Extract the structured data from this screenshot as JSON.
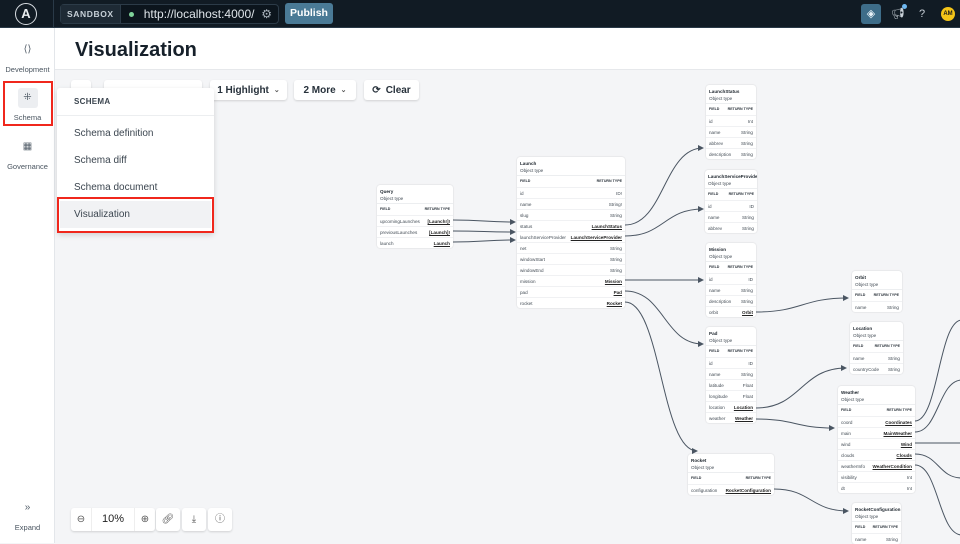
{
  "topbar": {
    "logo": "A",
    "env_label": "SANDBOX",
    "url": "http://localhost:4000/",
    "publish_label": "Publish",
    "avatar_initials": "AM",
    "accent": "#4a7a96"
  },
  "sidebar": {
    "items": [
      {
        "label": "Development",
        "icon": "code-icon"
      },
      {
        "label": "Schema",
        "icon": "graph-icon"
      },
      {
        "label": "Governance",
        "icon": "building-icon"
      }
    ],
    "expand_label": "Expand"
  },
  "header": {
    "title": "Visualization"
  },
  "toolbar": {
    "highlight_label": "1 Highlight",
    "more_label": "2 More",
    "clear_label": "Clear"
  },
  "schema_menu": {
    "heading": "SCHEMA",
    "items": [
      "Schema definition",
      "Schema diff",
      "Schema document",
      "Visualization"
    ],
    "selected": "Visualization"
  },
  "zoom_controls": {
    "zoom_level": "10%"
  },
  "graph": {
    "subtitle": "Object type",
    "field_header": "FIELD",
    "return_header": "RETURN TYPE",
    "cards": [
      {
        "name": "Query",
        "fields": [
          [
            "upcomingLaunches",
            "[Launch!]!",
            true
          ],
          [
            "previousLaunches",
            "[Launch]!",
            true
          ],
          [
            "launch",
            "Launch",
            true
          ]
        ]
      },
      {
        "name": "Launch",
        "fields": [
          [
            "id",
            "ID!",
            false
          ],
          [
            "name",
            "String!",
            false
          ],
          [
            "slug",
            "String",
            false
          ],
          [
            "status",
            "LaunchStatus",
            true
          ],
          [
            "launchServiceProvider",
            "LaunchServiceProvider",
            true
          ],
          [
            "net",
            "String",
            false
          ],
          [
            "windowStart",
            "String",
            false
          ],
          [
            "windowEnd",
            "String",
            false
          ],
          [
            "mission",
            "Mission",
            true
          ],
          [
            "pad",
            "Pad",
            true
          ],
          [
            "rocket",
            "Rocket",
            true
          ]
        ]
      },
      {
        "name": "LaunchStatus",
        "fields": [
          [
            "id",
            "Int",
            false
          ],
          [
            "name",
            "String",
            false
          ],
          [
            "abbrev",
            "String",
            false
          ],
          [
            "description",
            "String",
            false
          ]
        ]
      },
      {
        "name": "LaunchServiceProvider",
        "fields": [
          [
            "id",
            "ID",
            false
          ],
          [
            "name",
            "String",
            false
          ],
          [
            "abbrev",
            "String",
            false
          ]
        ]
      },
      {
        "name": "Mission",
        "fields": [
          [
            "id",
            "ID",
            false
          ],
          [
            "name",
            "String",
            false
          ],
          [
            "description",
            "String",
            false
          ],
          [
            "orbit",
            "Orbit",
            true
          ]
        ]
      },
      {
        "name": "Orbit",
        "fields": [
          [
            "name",
            "String",
            false
          ]
        ]
      },
      {
        "name": "Pad",
        "fields": [
          [
            "id",
            "ID",
            false
          ],
          [
            "name",
            "String",
            false
          ],
          [
            "latitude",
            "Float",
            false
          ],
          [
            "longitude",
            "Float",
            false
          ],
          [
            "location",
            "Location",
            true
          ],
          [
            "weather",
            "Weather",
            true
          ]
        ]
      },
      {
        "name": "Location",
        "fields": [
          [
            "name",
            "String",
            false
          ],
          [
            "countryCode",
            "String",
            false
          ]
        ]
      },
      {
        "name": "Weather",
        "fields": [
          [
            "coord",
            "Coordinates",
            true
          ],
          [
            "main",
            "MainWeather",
            true
          ],
          [
            "wind",
            "Wind",
            true
          ],
          [
            "clouds",
            "Clouds",
            true
          ],
          [
            "weatherInfo",
            "WeatherCondition",
            true
          ],
          [
            "visibility",
            "Int",
            false
          ],
          [
            "dt",
            "Int",
            false
          ]
        ]
      },
      {
        "name": "Rocket",
        "fields": [
          [
            "configuration",
            "RocketConfiguration",
            true
          ]
        ]
      },
      {
        "name": "RocketConfiguration",
        "fields": [
          [
            "name",
            "String",
            false
          ]
        ]
      }
    ]
  }
}
